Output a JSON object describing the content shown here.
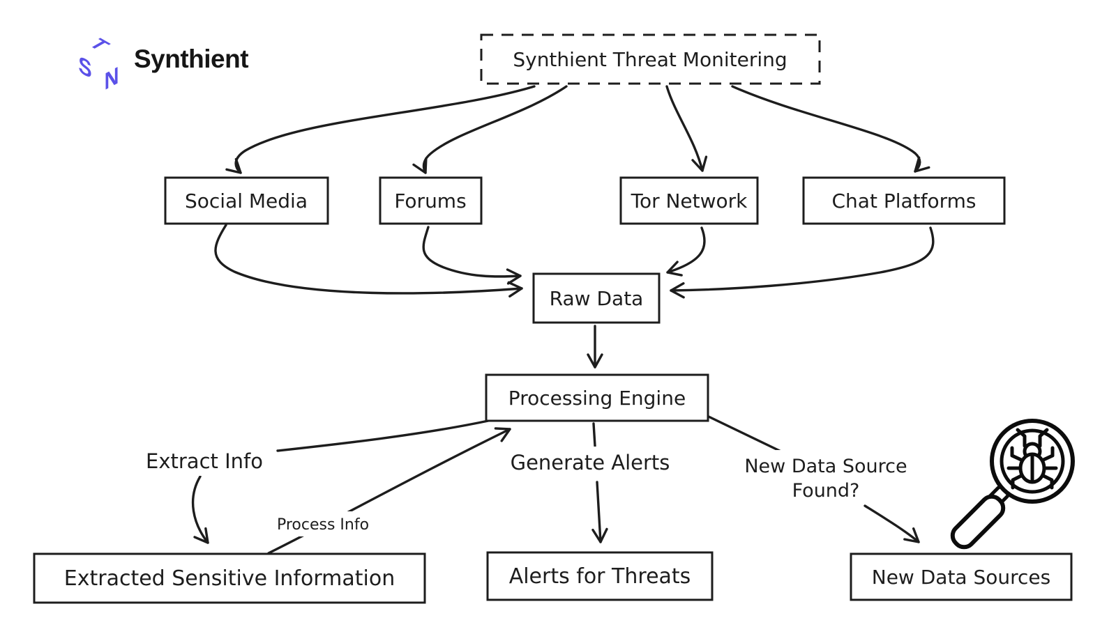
{
  "brand": {
    "name": "Synthient",
    "mark_letters": [
      "T",
      "S",
      "N"
    ],
    "accent_color": "#5b51e8"
  },
  "colors": {
    "ink": "#1d1d1d",
    "background": "#ffffff"
  },
  "diagram": {
    "title": "Synthient Threat Monitering",
    "source_nodes": [
      {
        "label": "Social Media"
      },
      {
        "label": "Forums"
      },
      {
        "label": "Tor Network"
      },
      {
        "label": "Chat Platforms"
      }
    ],
    "nodes": {
      "raw_data": "Raw Data",
      "processing_engine": "Processing Engine",
      "extracted_info": "Extracted Sensitive Information",
      "alerts": "Alerts for Threats",
      "new_sources": "New Data Sources"
    },
    "edge_labels": {
      "extract_info": "Extract Info",
      "process_info": "Process Info",
      "generate_alerts": "Generate Alerts",
      "new_source_line1": "New Data Source",
      "new_source_line2": "Found?"
    },
    "icons": {
      "bug_search": "magnifier-with-bug"
    }
  }
}
